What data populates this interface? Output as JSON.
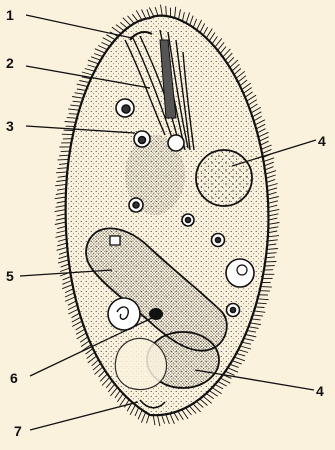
{
  "background_color": "#fbf2de",
  "ink_color": "#111111",
  "labels": [
    {
      "id": "1",
      "text": "1"
    },
    {
      "id": "2",
      "text": "2"
    },
    {
      "id": "3",
      "text": "3"
    },
    {
      "id": "4a",
      "text": "4"
    },
    {
      "id": "5",
      "text": "5"
    },
    {
      "id": "6",
      "text": "6"
    },
    {
      "id": "4b",
      "text": "4"
    },
    {
      "id": "7",
      "text": "7"
    }
  ]
}
